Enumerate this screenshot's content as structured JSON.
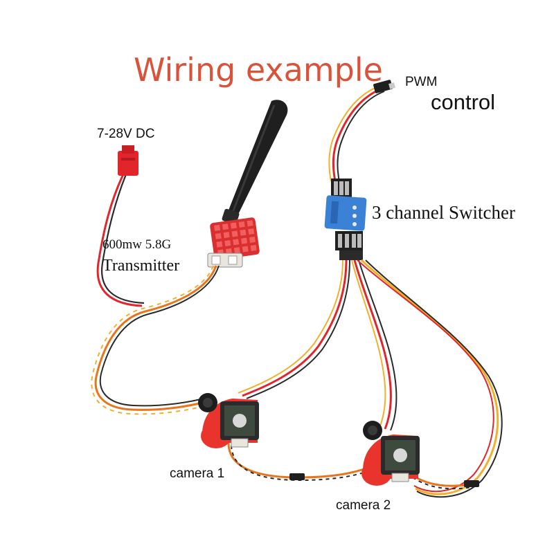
{
  "title": "Wiring example",
  "labels": {
    "power": "7-28V  DC",
    "pwm_top": "PWM",
    "pwm_bottom": "control",
    "switcher": "3 channel  Switcher",
    "transmitter_top": "600mw  5.8G",
    "transmitter_bottom": "Transmitter",
    "camera1": "camera  1",
    "camera2": "camera  2"
  },
  "colors": {
    "title": "#d9533a",
    "wire_red": "#e0252b",
    "wire_yellow": "#f2b02a",
    "wire_black": "#2a2a2a",
    "wire_orange": "#e8741c",
    "heatsink": "#e03b3b",
    "switcher_board": "#3b82d6",
    "camera_mount": "#e8342c"
  }
}
